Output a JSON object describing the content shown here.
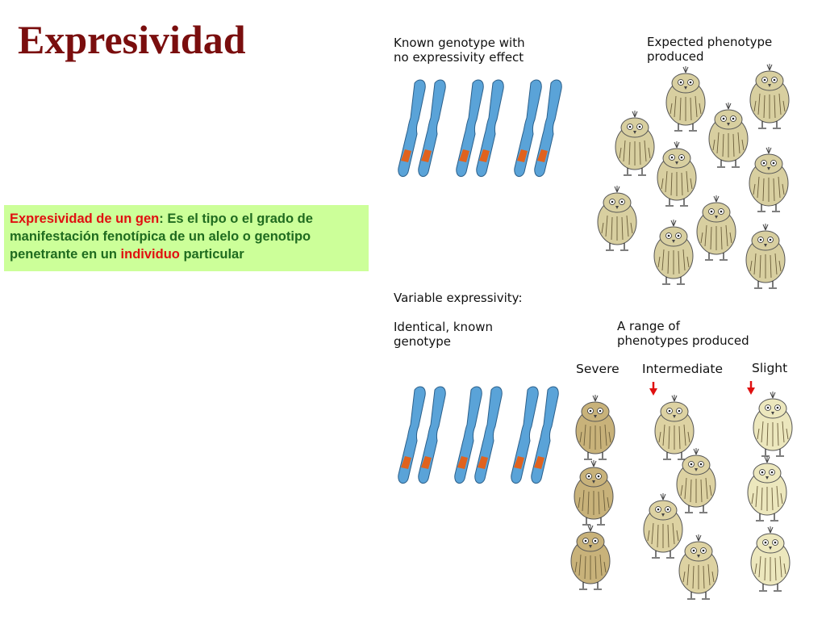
{
  "slide": {
    "title": "Expresividad",
    "definition": {
      "term": "Expresividad de un gen",
      "sep": ": ",
      "text_a": "Es el tipo o el grado de manifestación fenotípica de un alelo o genotipo penetrante en un ",
      "highlight": "individuo",
      "text_b": " particular"
    }
  },
  "figure": {
    "top_left_caption": "Known genotype with\nno expressivity effect",
    "top_right_caption": "Expected phenotype\nproduced",
    "bottom_heading": "Variable expressivity:",
    "bottom_left_caption": "Identical, known\ngenotype",
    "bottom_right_caption": "A range of\nphenotypes produced",
    "labels": {
      "severe": "Severe",
      "intermediate": "Intermediate",
      "slight": "Slight"
    }
  },
  "colors": {
    "title": "#7a0e0e",
    "definition_text": "#1f6b1f",
    "highlight": "#e01010",
    "definition_bg": "#ccff99",
    "chromosome": "#5aa3d8",
    "allele_band": "#e0621e",
    "arrow": "#e01010"
  },
  "icons": [
    "chromosome-icon",
    "bird-icon",
    "down-arrow-icon"
  ]
}
